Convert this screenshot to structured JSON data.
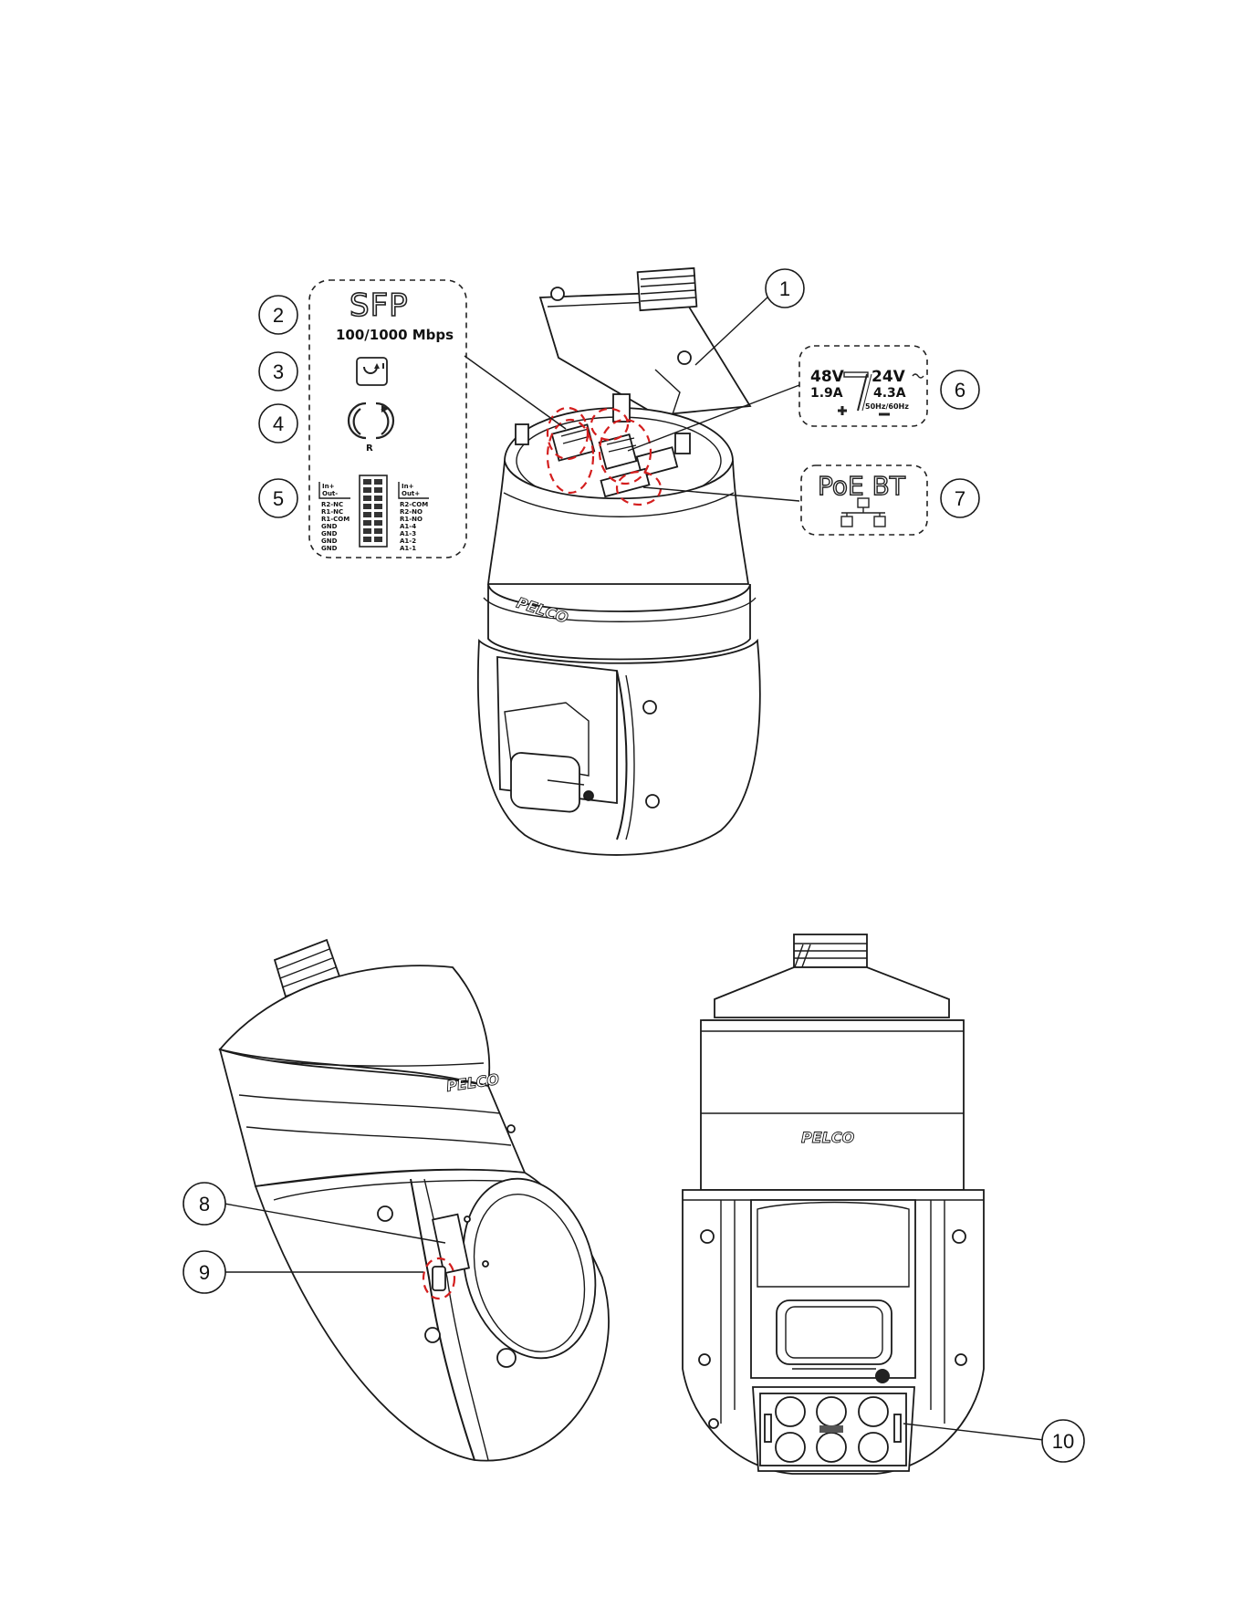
{
  "callouts": [
    "1",
    "2",
    "3",
    "4",
    "5",
    "6",
    "7",
    "8",
    "9",
    "10"
  ],
  "labels": {
    "sfp_title": "SFP",
    "sfp_speed": "100/1000  Mbps",
    "reset_letter": "R",
    "io_left_header_1": "In+",
    "io_left_header_2": "Out-",
    "io_left_pins": [
      "R2-NC",
      "R1-NC",
      "R1-COM",
      "GND",
      "GND",
      "GND",
      "GND"
    ],
    "io_right_header_1": "In+",
    "io_right_header_2": "Out+",
    "io_right_pins": [
      "R2-COM",
      "R2-NO",
      "R1-NO",
      "A1-4",
      "A1-3",
      "A1-2",
      "A1-1"
    ],
    "power_48v": "48V",
    "power_19a": "1.9A",
    "power_24v": "24V",
    "power_43a": "4.3A",
    "power_freq": "50Hz/60Hz",
    "poe_bt": "PoE  BT",
    "brand": "PELCO"
  }
}
